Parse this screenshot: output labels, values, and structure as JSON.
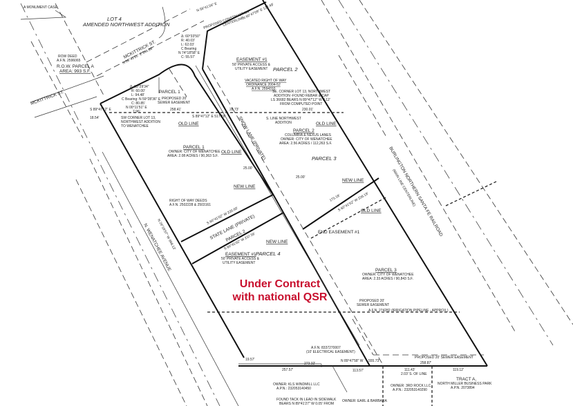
{
  "overlay": {
    "line1": "Under Contract",
    "line2": "with national QSR",
    "color": "#c8102e"
  },
  "labels": {
    "monument": "A MONUMENT CASE",
    "lot4": "LOT 4",
    "lot4_sub": "AMENDED NORTHWEST ADDITION",
    "mckittrick_upper": "MCKITTRICK ST.",
    "mckittrick_upper_brg": "N 59°41'26\" E 346.96'",
    "mckittrick_lower": "MCKITTRICK ST.",
    "row_deed": "ROW DEED",
    "row_deed_afn": "A.F.N. 2596065",
    "row_parcel": "R.O.W. PARCEL A",
    "row_area": "AREA: 993 S.F.",
    "curve1": [
      "Δ: 60°33'50\"",
      "R: 40.03'",
      "L: 62.03'",
      "C Bearing",
      "N 74°18'58\" E",
      "C: 55.57'"
    ],
    "curve2": [
      "Δ: 93°29'34\"",
      "R: 60.00'",
      "L: 94.48'",
      "C Bearing: N 59°28'36\" E",
      "C: 80.85'",
      "N 00°11'51\" E",
      "7.96'"
    ],
    "brg_west": "S 89°47'12\" E",
    "dist_1854": "18.54'",
    "sw_corner": [
      "SW CORNER LOT 13,",
      "NORTHWEST ADDITION",
      "TO WENATCHEE"
    ],
    "parcel1_top": "PARCEL 1",
    "sewer_easement_1": [
      "PROPOSED 20'",
      "SEWER EASEMENT"
    ],
    "dist_25841": "258.41'",
    "brg_mid": "S 89°47'12\" E 517.18'",
    "dist_2873": "28.73'",
    "dist_23001": "230.01'",
    "old_line": "OLD LINE",
    "easement1": "EASEMENT #1",
    "easement1_sub": [
      "50' PRIVATE ACCESS &",
      "UTILITY EASEMENT"
    ],
    "parcel2_top": "PARCEL 2",
    "vacated": [
      "VACATED RIGHT OF WAY",
      "ORDINANCE 2004-52",
      "A.F.N. 2594310"
    ],
    "se_corner": [
      "SE. CORNER LOT 13, NORTHWEST",
      "ADDITION -FOUND REBAR & CAP",
      "LS 36682 BEARS N 89°47'12\" W 0.12'",
      "FROM COMPUTED POINT"
    ],
    "s_line": [
      "S. LINE NORTHWEST",
      "ADDITION"
    ],
    "construction_cl": [
      "PROPOSED CONSTRUCTION",
      "CENTERLINE"
    ],
    "brg_top": "N 59°41'26\" E",
    "brg_top2": "N 60°47'09\" E 132.49'",
    "snow_lane": "SNOW LANE (PRIVATE)",
    "parcel1": {
      "title": "PARCEL 1",
      "owner": "OWNER: CITY OF WENATCHEE",
      "area": "AREA: 2.08 ACRES / 90,363 S.F."
    },
    "parcel2": {
      "title": "PARCEL 2",
      "name": "COLUMBIA & NEXUS LANES",
      "owner": "OWNER: CITY OF WENATCHEE",
      "area": "AREA: 2.56 ACRES / 112,263 S.F."
    },
    "parcel3_top": "PARCEL 3",
    "parcel3": {
      "title": "PARCEL 3",
      "owner": "OWNER: CITY OF WENATCHEE",
      "area": "AREA: 2.33 ACRES / 90,843 S.F."
    },
    "new_line": "NEW LINE",
    "dist_2500": "25.00'",
    "row_deeds": [
      "RIGHT OF WAY DEEDS",
      "A.F.N. 2502228 & 2503161"
    ],
    "brg_state_n": "S 60°41'02\" W 220.60'",
    "state_lane": "STATE LANE (PRIVATE)",
    "parcel2_lane": "PARCEL 2",
    "brg_state_s": "S 60°41'02\" W 237.56'",
    "easement1b": "EASEMENT #1",
    "easement1b_sub": [
      "50' PRIVATE ACCESS &",
      "UTILITY EASEMENT"
    ],
    "parcel4": "PARCEL 4",
    "end_easement": "END EASEMENT #1",
    "brg_p3": "S 60°41'02\" W 226.19'",
    "dist_17518": "175.18'",
    "railroad": "BURLINGTON NORTHERN SANTA FE RAILROAD",
    "railroad_sub": "(MAIN LINE CENTERLINE)",
    "wenatchee_ave": "N. WENATCHEE AVENUE",
    "brg_west_long": "N 29°18'57\" W 668.13'",
    "sewer_easement_2": [
      "PROPOSED 20'",
      "SEWER EASEMENT"
    ],
    "irrigation": "A.F.N. 274282 (IRRIGATION PIPELINE - APPROX.)",
    "electrical": [
      "A.F.N. 8337270007",
      "(10' ELECTRICAL EASEMENT)"
    ],
    "dist_1957": "19.57'",
    "dist_27332": "273.32'",
    "dist_25757": "257.57'",
    "brg_bottom": "N 89°47'58\" W",
    "dist_55573": "555.73'",
    "dist_11357": "113.57'",
    "dist_11143": "111.43'",
    "dist_off_line": "2.03' S. OF LINE",
    "dist_25887": "258.87'",
    "dist_11912": "119.12'",
    "sewer_easement_3": "PROPOSED 20' SEWER EASEMENT",
    "owner_kls": [
      "OWNER: KLS WINDMILL LLC",
      "A.P.N.: 232053140450"
    ],
    "found_tack": [
      "FOUND TACK IN LEAD IN SIDEWALK",
      "BEARS N 89°41'27\" W 0.05' FROM"
    ],
    "owner_earl": "OWNER: EARL & BARBARA",
    "owner_rock": [
      "OWNER: 3RD ROCK LLC",
      "A.P.N.: 232053140290"
    ],
    "tract_a": [
      "TRACT A,",
      "NORTH MILLER BUSINESS PARK",
      "A.P.N. 2073894"
    ]
  }
}
